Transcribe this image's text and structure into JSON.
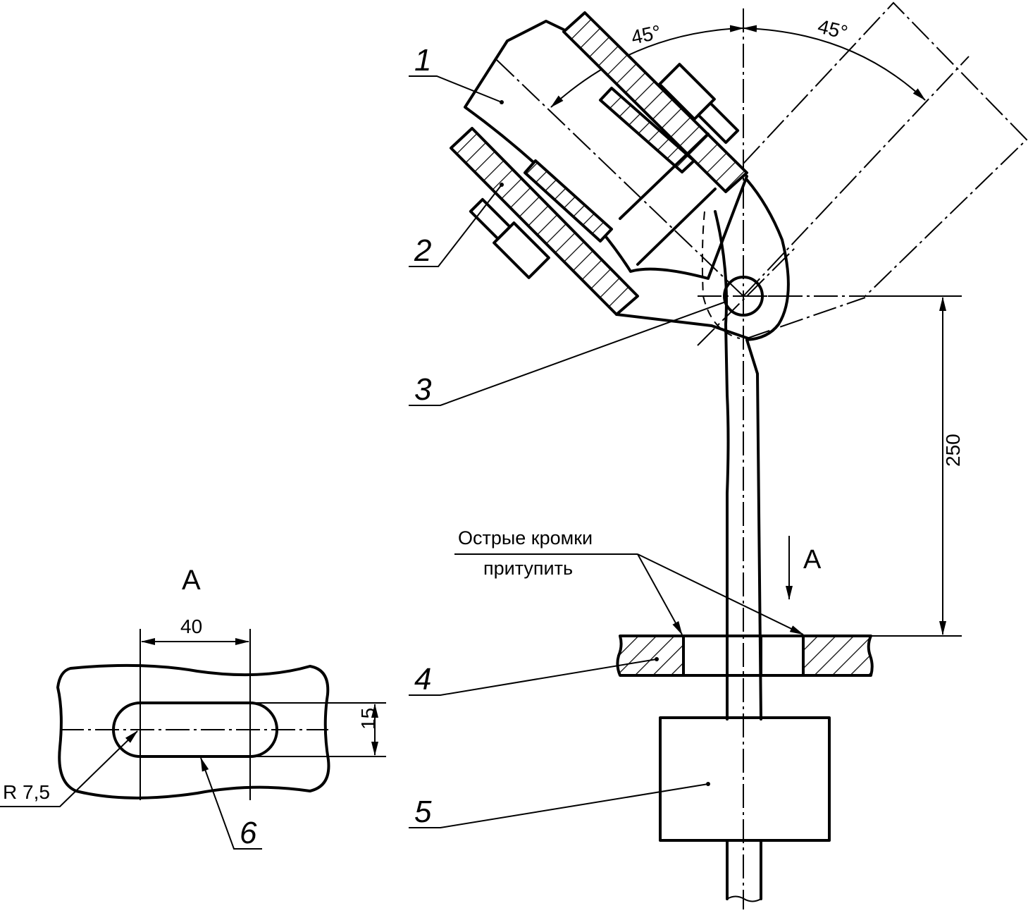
{
  "view_label": "A",
  "view_arrow_label": "A",
  "note_line1": "Острые кромки",
  "note_line2": "притупить",
  "angle_left": "45°",
  "angle_right": "45°",
  "dim_height": "250",
  "dim_slot_length": "40",
  "dim_slot_width": "15",
  "dim_radius": "R 7,5",
  "callouts": [
    "1",
    "2",
    "3",
    "4",
    "5",
    "6"
  ]
}
